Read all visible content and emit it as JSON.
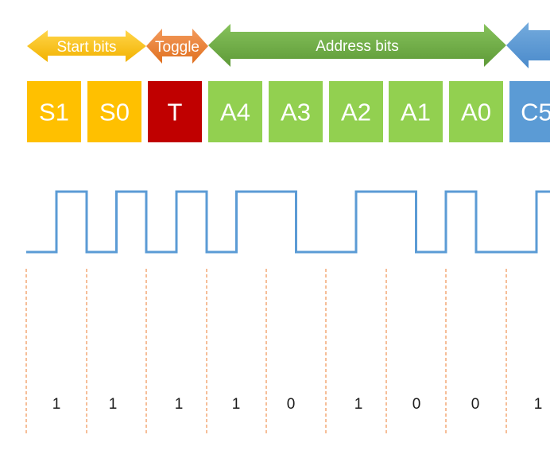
{
  "colors": {
    "start": "#FFC000",
    "toggle": "#C00000",
    "toggle_arrow": "#ED7D31",
    "address": "#92D050",
    "address_arrow": "#70AD47",
    "command": "#5B9BD5",
    "signal": "#5B9BD5",
    "divider": "#ED7D31"
  },
  "groups": [
    {
      "label": "Start bits",
      "color_key": "start"
    },
    {
      "label": "Toggle",
      "color_key": "toggle_arrow"
    },
    {
      "label": "Address bits",
      "color_key": "address_arrow"
    },
    {
      "label": "",
      "color_key": "command"
    }
  ],
  "bits": [
    {
      "label": "S1",
      "color_key": "start",
      "value": "1"
    },
    {
      "label": "S0",
      "color_key": "start",
      "value": "1"
    },
    {
      "label": "T",
      "color_key": "toggle",
      "value": "1"
    },
    {
      "label": "A4",
      "color_key": "address",
      "value": "1"
    },
    {
      "label": "A3",
      "color_key": "address",
      "value": "0"
    },
    {
      "label": "A2",
      "color_key": "address",
      "value": "1"
    },
    {
      "label": "A1",
      "color_key": "address",
      "value": "0"
    },
    {
      "label": "A0",
      "color_key": "address",
      "value": "0"
    },
    {
      "label": "C5",
      "color_key": "command",
      "value": "1"
    }
  ]
}
